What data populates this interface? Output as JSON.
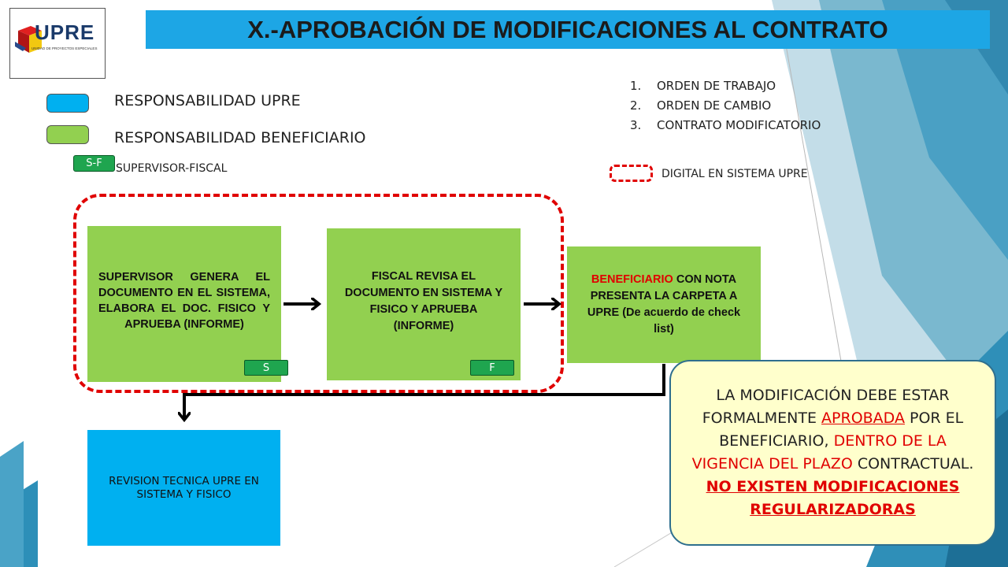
{
  "logo": {
    "text": "UPRE",
    "subtitle": "UNIDAD DE PROYECTOS ESPECIALES"
  },
  "title": "X.-APROBACIÓN DE MODIFICACIONES AL CONTRATO",
  "legend": {
    "upre": {
      "label": "RESPONSABILIDAD UPRE",
      "color": "#00b0f0"
    },
    "beneficiario": {
      "label": "RESPONSABILIDAD BENEFICIARIO",
      "color": "#92d050"
    },
    "sf": {
      "badge": "S-F",
      "label": "SUPERVISOR-FISCAL"
    },
    "digital": {
      "label": "DIGITAL EN SISTEMA UPRE"
    }
  },
  "document_types": [
    {
      "num": "1.",
      "label": "ORDEN DE TRABAJO"
    },
    {
      "num": "2.",
      "label": "ORDEN DE CAMBIO"
    },
    {
      "num": "3.",
      "label": "CONTRATO MODIFICATORIO"
    }
  ],
  "steps": {
    "supervisor": {
      "text": "SUPERVISOR GENERA EL DOCUMENTO EN EL SISTEMA, ELABORA EL DOC. FISICO Y APRUEBA (INFORME)",
      "tag": "S"
    },
    "fiscal": {
      "text": "FISCAL REVISA EL DOCUMENTO EN SISTEMA Y FISICO Y APRUEBA (INFORME)",
      "tag": "F"
    },
    "beneficiario": {
      "highlight": "BENEFICIARIO",
      "text": " CON NOTA PRESENTA LA CARPETA A UPRE (De acuerdo de check list)"
    },
    "revision": {
      "text": "REVISION TECNICA UPRE EN SISTEMA Y FISICO"
    }
  },
  "note": {
    "p1": "LA MODIFICACIÓN DEBE ESTAR FORMALMENTE ",
    "p2": "APROBADA",
    "p3": " POR EL BENEFICIARIO, ",
    "p4": "DENTRO DE LA VIGENCIA DEL PLAZO",
    "p5": " CONTRACTUAL. ",
    "p6": "NO EXISTEN MODIFICACIONES REGULARIZADORAS"
  }
}
